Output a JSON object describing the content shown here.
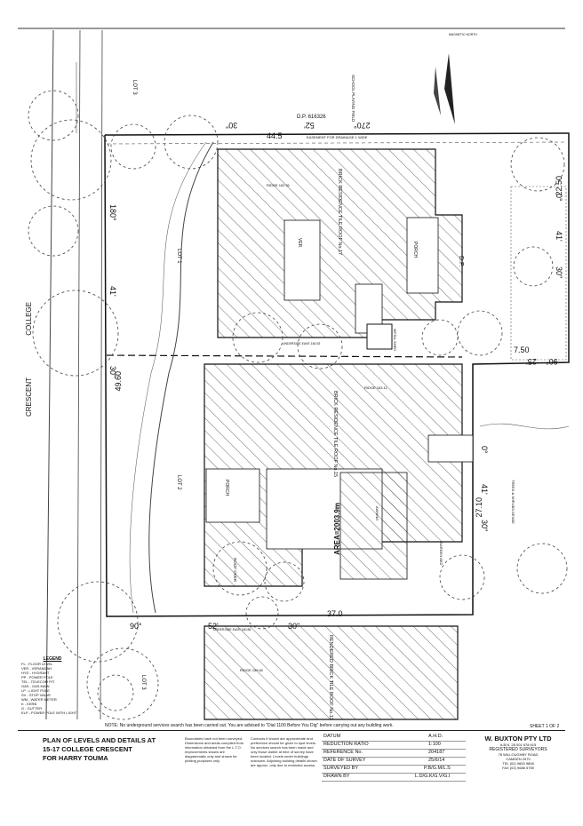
{
  "plan": {
    "street_words": [
      "COLLEGE",
      "CRESCENT"
    ],
    "dp_label": "D.P. 616326",
    "dp_right": "D.P.",
    "easement": "EASEMENT FOR DRAINAGE 1 WIDE",
    "lots": [
      "LOT 3",
      "LOT 1",
      "LOT 2",
      "LOT 3"
    ],
    "bearings": {
      "top": "270°",
      "top_len": "44.5",
      "top_min": "52'",
      "top_sec": "30\"",
      "left_deg": "180°",
      "left_min": "41'",
      "left_sec": "30\"",
      "left_len": "49.60",
      "right_upper_len": "22.50",
      "right_upper_deg": "0°",
      "right_upper_min": "41'",
      "right_upper_sec": "30\"",
      "right_mid": "7.50",
      "right_mid_min": "25'",
      "right_mid_sec": "90°",
      "right_lower_deg": "0°",
      "right_lower_min": "41'",
      "right_lower_len": "27.10",
      "right_lower_sec": "30\"",
      "bottom_deg": "90°",
      "bottom_min": "52'",
      "bottom_sec": "30\"",
      "bottom_len": "37.0"
    },
    "buildings": {
      "b1": "BRICK RESIDENCE TILE ROOF No.17",
      "b2": "BRICK RESIDENCE TILE ROOF No.15",
      "b3": "RENDERED BRICK TILE ROOF No.13"
    },
    "labels": {
      "ridge1": "RIDGE 162.91",
      "ridge2": "RIDGE 163.11",
      "ridge3": "RIDGE 159.62",
      "porch1": "PORCH",
      "porch2": "PORCH",
      "verandah": "VER.",
      "awning": "AWNING",
      "garden": "GARDEN BED",
      "shed": "METAL SHED",
      "roof_over": "ROOF OVER",
      "area": "AREA=2003.9m",
      "north": "MAGNETIC NORTH",
      "school": "SCHOOL PLAYING FIELD",
      "trees": "TREES & SHRUBS DENSE",
      "underside1": "UNDERSIDE EAVE 160.53",
      "underside2": "UNDERSIDE EAVE 160.86"
    },
    "legend": {
      "title": "LEGEND",
      "items": [
        "FL - FLOOR LEVEL",
        "VER - VERANDAH",
        "HYD - HYDRANT",
        "PP - POWER POLE",
        "TEL - TELECOM PIT",
        "GAS - GAS MAIN",
        "LP - LIGHT POLE",
        "SV - STOP VALVE",
        "WM - WATER METER",
        "K - KERB",
        "G - GUTTER",
        "ELP - POWER POLE WITH LIGHT"
      ]
    }
  },
  "note": "NOTE: No underground services search has been carried out. You are advised to \"Dial 1100 Before You Dig\" before carrying out any building work.",
  "sheet": "SHEET 1 OF 2",
  "title_block": {
    "title_lines": [
      "PLAN OF LEVELS AND DETAILS AT",
      "15-17 COLLEGE CRESCENT",
      "FOR HARRY TOUMA"
    ],
    "note1": "Boundaries have not been surveyed. Dimensions and areas compiled from information obtained from the L.T.O. Improvements shown are diagrammatic only and shown for plotting purposes only.",
    "note2": "Contours if shown are approximate and preference should be given to spot levels. No services search has been made and only those visible at time of survey have been located. Levels under buildings unknown. Adjoining building details shown are approx. only due to restricted access.",
    "fields": [
      {
        "label": "DATUM",
        "value": "A.H.D."
      },
      {
        "label": "REDUCTION RATIO",
        "value": "1:100"
      },
      {
        "label": "REFERENCE No.",
        "value": "204187"
      },
      {
        "label": "DATE OF SURVEY",
        "value": "25/6/14"
      },
      {
        "label": "SURVEYED BY",
        "value": "P.B/G.M/L.S"
      },
      {
        "label": "DRAWN BY",
        "value": "L.D/G.K/G.V/G.I"
      }
    ],
    "company": "W. BUXTON PTY LTD",
    "abn": "A.B.N. 28 001 678 615",
    "role": "REGISTERED SURVEYORS",
    "address1": "78 WILLOUGHBY ROAD",
    "address2": "CAMDEN 2570",
    "tel": "TEL (02) 9653 9808",
    "fax": "FAX (02) 9686 5759"
  }
}
